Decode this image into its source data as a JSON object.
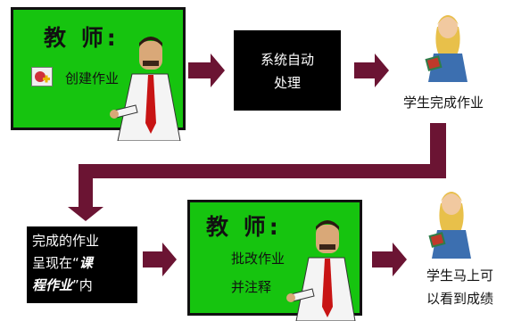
{
  "top_board": {
    "title": "教 师:",
    "action": "创建作业"
  },
  "system_box": {
    "line1": "系统自动",
    "line2": "处理"
  },
  "student_complete": "学生完成作业",
  "completed_box": {
    "line1": "完成的作业",
    "line2_prefix": "呈现在“",
    "line2_emph": "课",
    "line3_emph": "程作业",
    "line3_suffix": "”内"
  },
  "bottom_board": {
    "title": "教 师:",
    "line1": "批改作业",
    "line2": "并注释"
  },
  "student_result": {
    "line1": "学生马上可",
    "line2": "以看到成绩"
  },
  "colors": {
    "board_green": "#16c40f",
    "arrow_maroon": "#6b1433",
    "box_black": "#000000"
  }
}
